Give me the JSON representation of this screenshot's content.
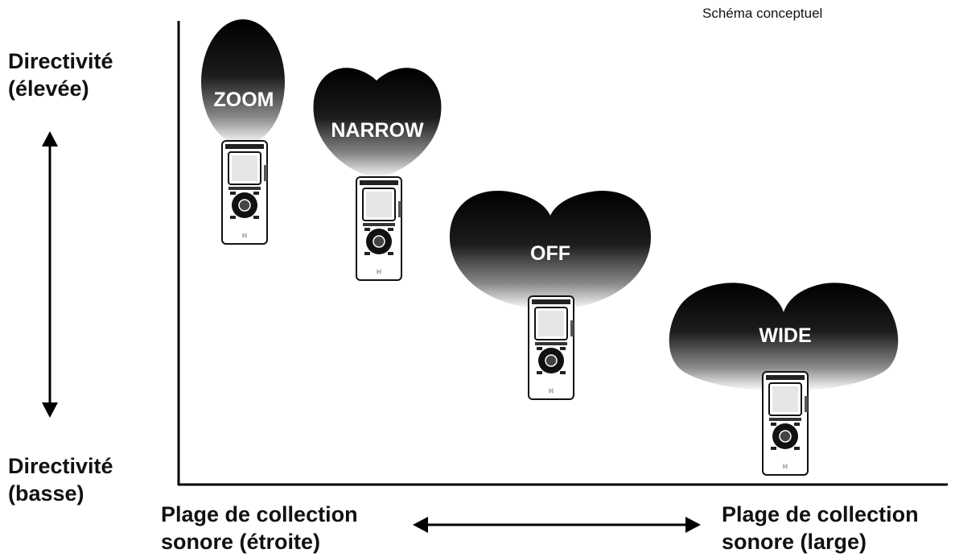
{
  "caption": "Schéma conceptuel",
  "y_axis": {
    "top_label": [
      "Directivité",
      "(élevée)"
    ],
    "bottom_label": [
      "Directivité",
      "(basse)"
    ]
  },
  "x_axis": {
    "left_label": [
      "Plage de collection",
      "sonore (étroite)"
    ],
    "right_label": [
      "Plage de collection",
      "sonore (large)"
    ]
  },
  "modes": [
    {
      "name": "ZOOM"
    },
    {
      "name": "NARROW"
    },
    {
      "name": "OFF"
    },
    {
      "name": "WIDE"
    }
  ]
}
